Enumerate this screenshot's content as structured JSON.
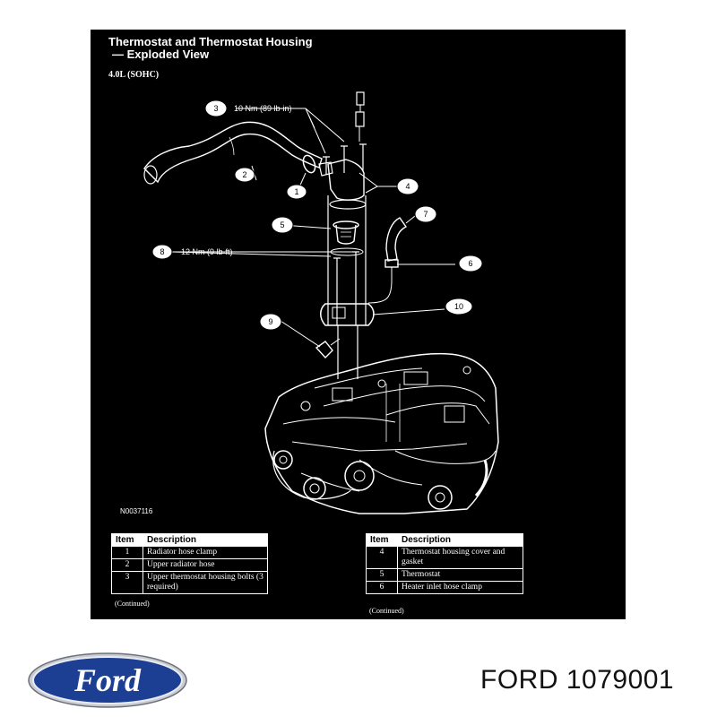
{
  "diagram": {
    "title_line1": "Thermostat and Thermostat Housing",
    "title_line2": "— Exploded View",
    "subtitle": "4.0L (SOHC)",
    "figure_id": "N0037116",
    "callouts": [
      {
        "id": "1",
        "text": ""
      },
      {
        "id": "2",
        "text": ""
      },
      {
        "id": "3",
        "text": "10 Nm (89 lb-in)"
      },
      {
        "id": "4",
        "text": ""
      },
      {
        "id": "5",
        "text": ""
      },
      {
        "id": "6",
        "text": ""
      },
      {
        "id": "7",
        "text": ""
      },
      {
        "id": "8",
        "text": "12 Nm (9 lb-ft)"
      },
      {
        "id": "9",
        "text": ""
      },
      {
        "id": "10",
        "text": ""
      }
    ]
  },
  "legend_left": {
    "header_item": "Item",
    "header_desc": "Description",
    "rows": [
      {
        "item": "1",
        "desc": "Radiator hose clamp"
      },
      {
        "item": "2",
        "desc": "Upper radiator hose"
      },
      {
        "item": "3",
        "desc": "Upper thermostat housing bolts (3 required)"
      }
    ],
    "continued": "(Continued)"
  },
  "legend_right": {
    "header_item": "Item",
    "header_desc": "Description",
    "rows": [
      {
        "item": "4",
        "desc": "Thermostat housing cover and gasket"
      },
      {
        "item": "5",
        "desc": "Thermostat"
      },
      {
        "item": "6",
        "desc": "Heater inlet hose clamp"
      }
    ],
    "continued": "(Continued)"
  },
  "brand": {
    "logo_text": "Ford",
    "part_label": "FORD 1079001",
    "logo_color": "#1c3f94"
  }
}
